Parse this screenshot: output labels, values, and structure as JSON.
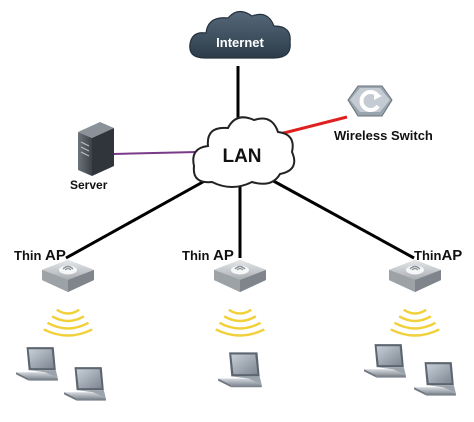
{
  "nodes": {
    "internet": {
      "label": "Internet"
    },
    "lan": {
      "label": "LAN"
    },
    "server": {
      "label": "Server"
    },
    "wireless_switch": {
      "label": "Wireless Switch"
    },
    "aps": [
      {
        "label_prefix": "Thin ",
        "label_suffix": "AP"
      },
      {
        "label_prefix": "Thin ",
        "label_suffix": "AP"
      },
      {
        "label_prefix": "Thin",
        "label_suffix": "AP"
      }
    ]
  },
  "colors": {
    "cloud": "#3a4e5e",
    "link_default": "#000000",
    "link_switch": "#e02020",
    "link_server": "#7a3a8a",
    "ap_body": "#c9ccd0",
    "wifi_wave": "#f3d23a",
    "laptop": "#9aa3ad"
  },
  "icons": [
    "cloud-icon",
    "server-icon",
    "wireless-switch-icon",
    "access-point-icon",
    "wifi-signal-icon",
    "laptop-icon"
  ]
}
